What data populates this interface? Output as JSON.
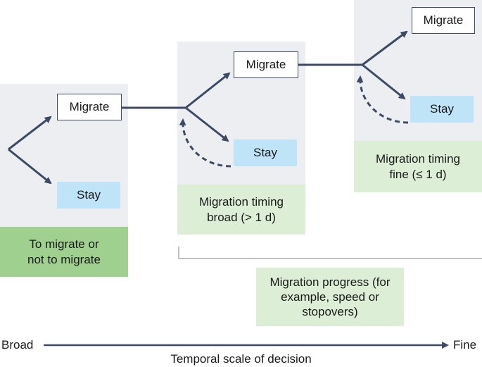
{
  "stages": [
    {
      "migrate": "Migrate",
      "stay": "Stay",
      "caption": "To migrate or not to migrate"
    },
    {
      "migrate": "Migrate",
      "stay": "Stay",
      "caption": "Migration timing broad (> 1 d)"
    },
    {
      "migrate": "Migrate",
      "stay": "Stay",
      "caption": "Migration timing fine (≤ 1 d)"
    }
  ],
  "progress_label": "Migration progress (for example, speed or stopovers)",
  "axis": {
    "left": "Broad",
    "right": "Fine",
    "title": "Temporal scale of decision"
  },
  "colors": {
    "arrow": "#3c4a63",
    "stay_box": "#bfe3f7",
    "panel": "#eceef2",
    "label_dark_green": "#9fd08f",
    "label_light_green": "#ddeed6"
  }
}
